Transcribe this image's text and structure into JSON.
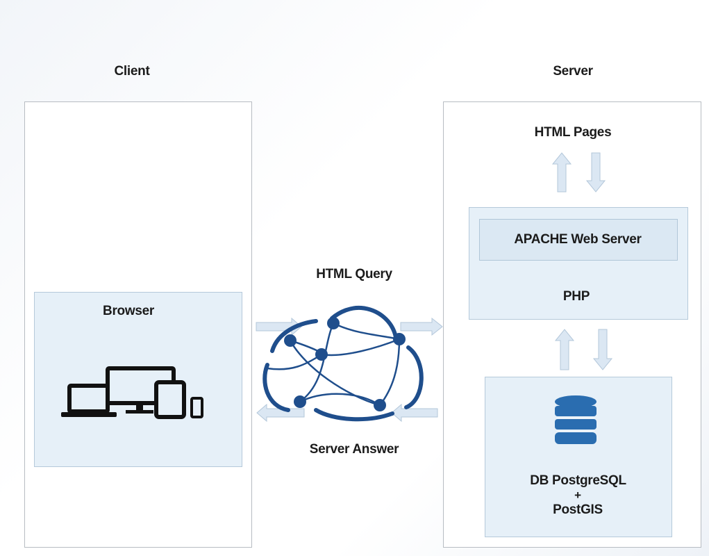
{
  "client": {
    "title": "Client",
    "browser_label": "Browser"
  },
  "server": {
    "title": "Server",
    "html_pages": "HTML Pages",
    "apache_label": "APACHE Web Server",
    "php_label": "PHP",
    "db_line1": "DB PostgreSQL",
    "db_plus": "+",
    "db_line2": "PostGIS"
  },
  "network": {
    "query_label": "HTML Query",
    "answer_label": "Server Answer"
  },
  "colors": {
    "box_fill": "#e6f0f8",
    "arrow_fill": "#dbe7f3",
    "cloud": "#1f4e8c",
    "database": "#2a6db0",
    "devices": "#111111"
  }
}
